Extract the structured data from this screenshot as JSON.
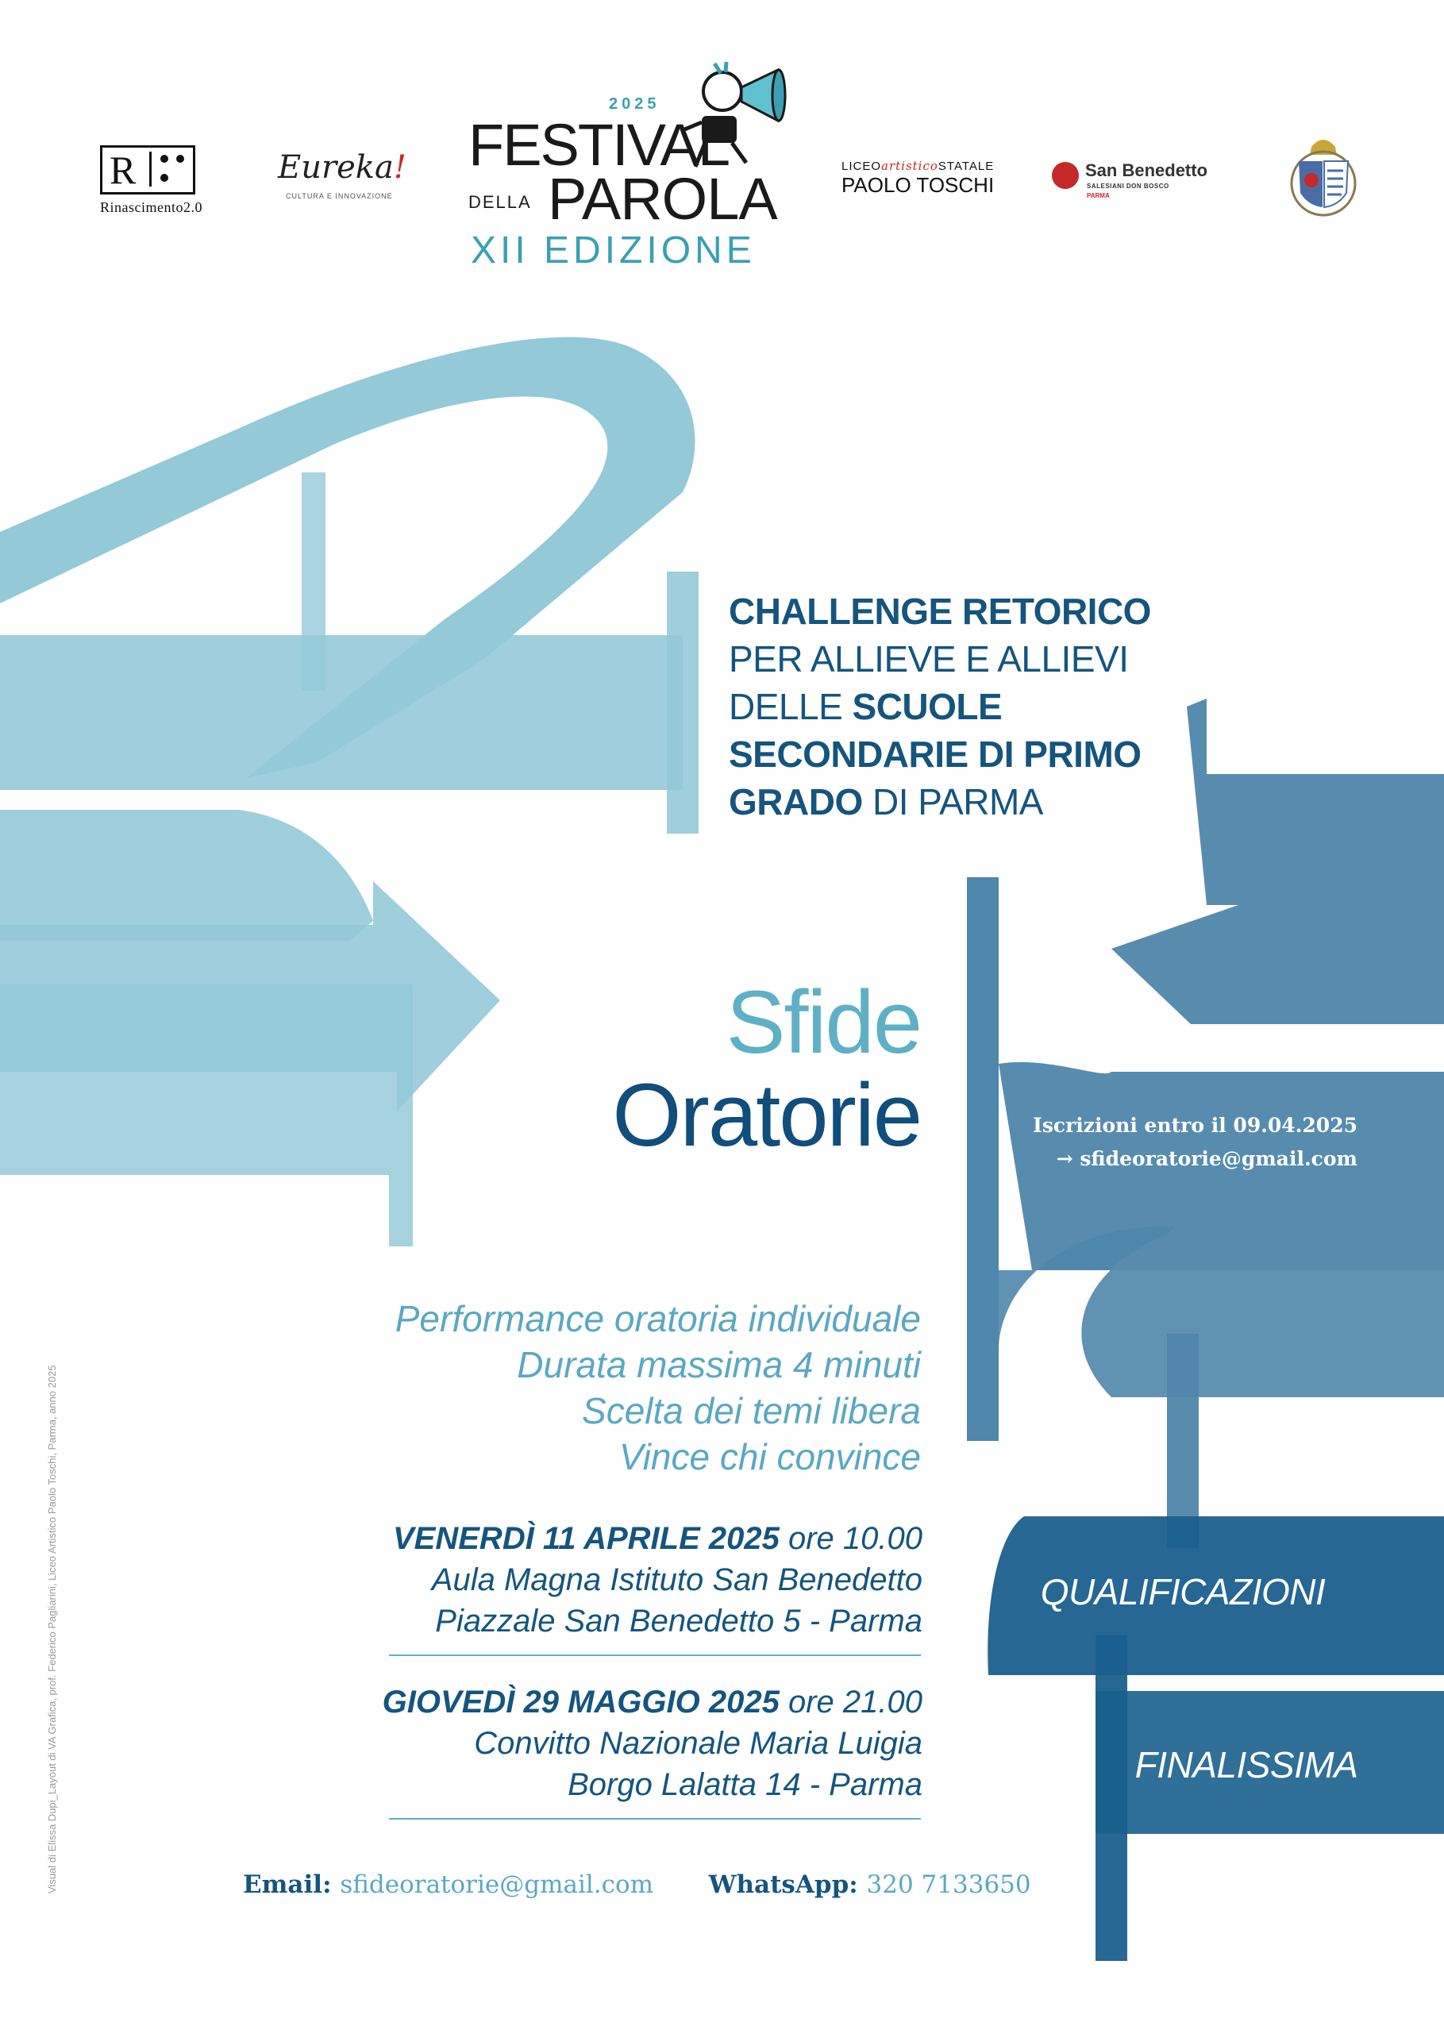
{
  "header": {
    "rinascimento": {
      "letter": "R",
      "caption": "Rinascimento2.0"
    },
    "eureka": {
      "word": "Eureka",
      "bang": "!",
      "caption": "CULTURA E INNOVAZIONE"
    },
    "festival": {
      "year": "2025",
      "line1": "FESTIVAL",
      "della": "DELLA",
      "parola": "PAROLA",
      "edition": "XII EDIZIONE"
    },
    "liceo": {
      "prefix": "LICEO",
      "art": "artistico",
      "suffix": "STATALE",
      "name": "PAOLO TOSCHI"
    },
    "san_benedetto": {
      "name": "San Benedetto",
      "sub": "SALESIANI DON BOSCO",
      "city": "PARMA"
    }
  },
  "headline": {
    "line1": "CHALLENGE RETORICO",
    "line2": "PER ALLIEVE E ALLIEVI",
    "line3_a": "DELLE ",
    "line3_b": "SCUOLE",
    "line4": "SECONDARIE DI PRIMO",
    "line5_a": "GRADO",
    "line5_b": " DI PARMA"
  },
  "title": {
    "line1": "Sfide",
    "line2": "Oratorie"
  },
  "registration": {
    "deadline": "Iscrizioni entro il 09.04.2025",
    "email": "→ sfideoratorie@gmail.com"
  },
  "rules": [
    "Performance oratoria individuale",
    "Durata massima 4 minuti",
    "Scelta dei temi libera",
    "Vince chi convince"
  ],
  "events": [
    {
      "date": "VENERDÌ 11 APRILE 2025",
      "time": " ore 10.00",
      "place": "Aula Magna Istituto San Benedetto",
      "address": "Piazzale San Benedetto 5 - Parma",
      "stage": "QUALIFICAZIONI"
    },
    {
      "date": "GIOVEDÌ 29 MAGGIO 2025",
      "time": " ore 21.00",
      "place": "Convitto Nazionale Maria Luigia",
      "address": "Borgo Lalatta 14 - Parma",
      "stage": "FINALISSIMA"
    }
  ],
  "contacts": {
    "email_label": "Email:",
    "email": "sfideoratorie@gmail.com",
    "whatsapp_label": "WhatsApp:",
    "whatsapp": "320 7133650"
  },
  "credit": "Visual di Elissa Dupi_Layout di VA Grafica, prof. Federico Pagliarini, Liceo Artistico Paolo Toschi, Parma, anno 2025",
  "colors": {
    "light_blue": "#8fc7d6",
    "mid_blue": "#4f86ab",
    "dark_blue": "#1a5f8d",
    "title_dark": "#0f4e7d",
    "title_light": "#5fb0c6"
  }
}
